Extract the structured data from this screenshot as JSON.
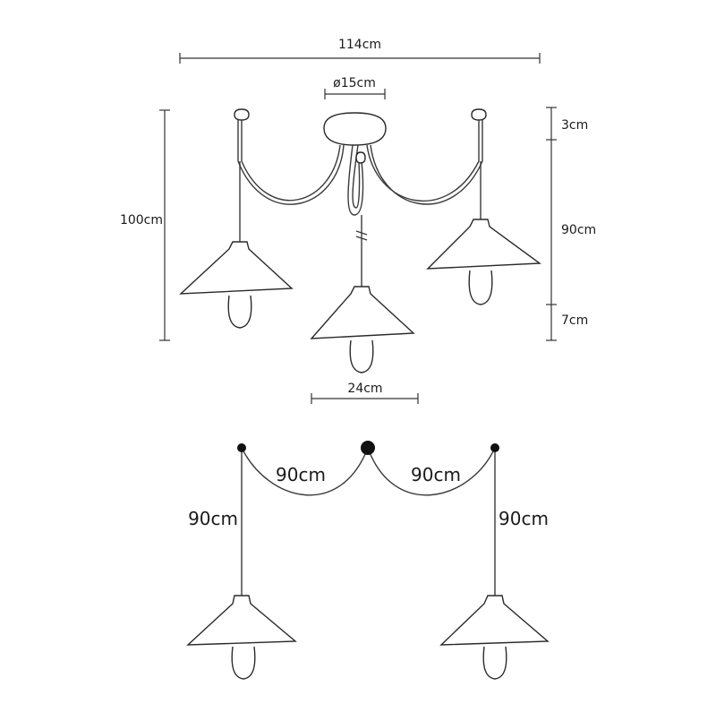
{
  "top_view": {
    "width_label": "114cm",
    "canopy_diameter_label": "ø15cm",
    "height_label": "100cm",
    "top_gap_label": "3cm",
    "cable_length_label": "90cm",
    "shade_height_label": "7cm",
    "shade_width_label": "24cm"
  },
  "bottom_view": {
    "left_swag_label": "90cm",
    "right_swag_label": "90cm",
    "left_drop_label": "90cm",
    "right_drop_label": "90cm"
  },
  "colors": {
    "line": "#333333",
    "hook": "#111111",
    "background": "#ffffff"
  }
}
